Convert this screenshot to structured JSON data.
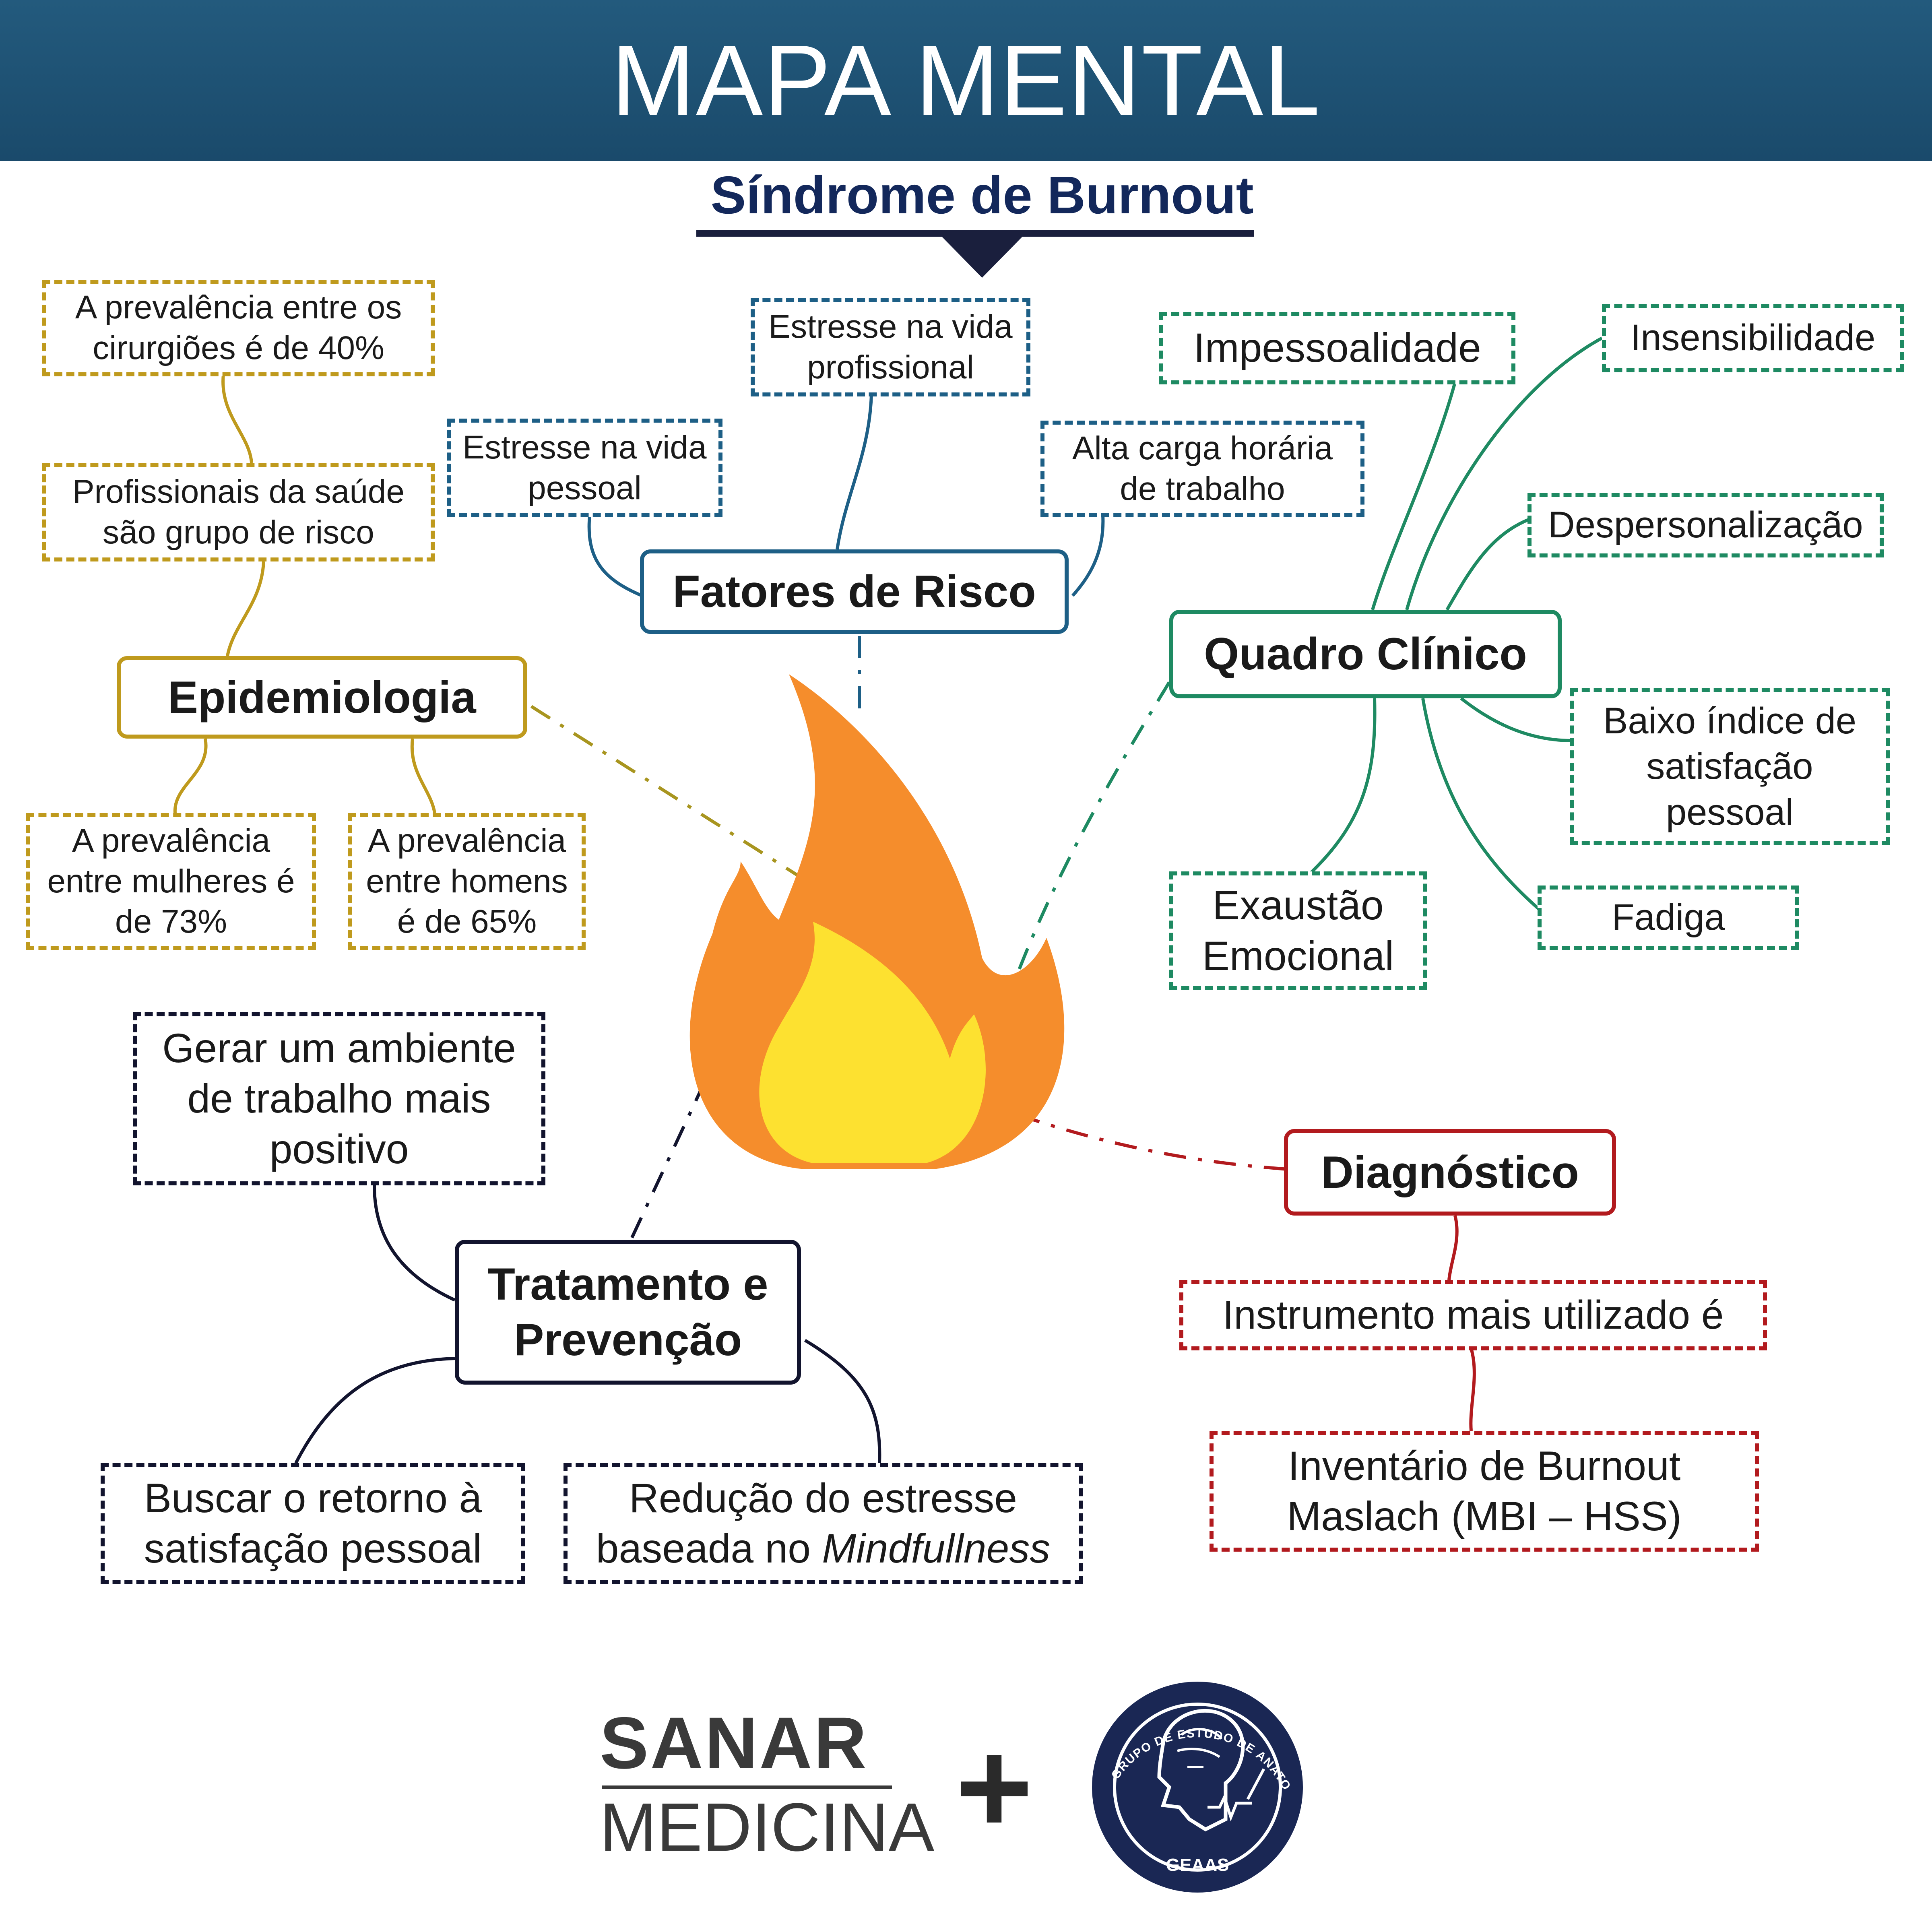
{
  "header": {
    "title": "MAPA MENTAL",
    "subtitle": "Síndrome de Burnout"
  },
  "hubs": {
    "fatores": "Fatores de Risco",
    "epidemiologia": "Epidemiologia",
    "quadro": "Quadro Clínico",
    "tratamento_l1": "Tratamento e",
    "tratamento_l2": "Prevenção",
    "diagnostico": "Diagnóstico"
  },
  "fatores": {
    "profissional_l1": "Estresse na vida",
    "profissional_l2": "profissional",
    "pessoal_l1": "Estresse na vida",
    "pessoal_l2": "pessoal",
    "carga_l1": "Alta carga horária",
    "carga_l2": "de trabalho"
  },
  "epidemiologia": {
    "cirurgioes_l1": "A prevalência entre os",
    "cirurgioes_l2": "cirurgiões é de 40%",
    "profissionais_l1": "Profissionais da saúde",
    "profissionais_l2": "são grupo de risco",
    "mulheres_l1": "A prevalência",
    "mulheres_l2": "entre mulheres é",
    "mulheres_l3": "de 73%",
    "homens_l1": "A prevalência",
    "homens_l2": "entre homens",
    "homens_l3": "é de 65%"
  },
  "quadro": {
    "impessoalidade": "Impessoalidade",
    "insensibilidade": "Insensibilidade",
    "despersonalizacao": "Despersonalização",
    "baixo_l1": "Baixo índice de",
    "baixo_l2": "satisfação",
    "baixo_l3": "pessoal",
    "fadiga": "Fadiga",
    "exaustao_l1": "Exaustão",
    "exaustao_l2": "Emocional"
  },
  "tratamento": {
    "ambiente_l1": "Gerar um ambiente",
    "ambiente_l2": "de trabalho mais",
    "ambiente_l3": "positivo",
    "retorno_l1": "Buscar o retorno à",
    "retorno_l2": "satisfação pessoal",
    "reducao_l1": "Redução do estresse",
    "reducao_l2a": "baseada no ",
    "reducao_l2b": "Mindfullness"
  },
  "diagnostico": {
    "instrumento": "Instrumento mais utilizado é",
    "mbi_l1": "Inventário de Burnout",
    "mbi_l2": "Maslach (MBI – HSS)"
  },
  "footer": {
    "sanar_top": "SANAR",
    "sanar_bottom": "MEDICINA",
    "plus": "+",
    "badge_ring": "GRUPO DE ESTUDO DE ANATOMIA APLICADA À SAÚDE",
    "badge_name": "GEAAS"
  },
  "colors": {
    "header": "#1f5476",
    "title_text": "#13285b",
    "epidemiologia": "#bf9a1d",
    "fatores": "#1d5f86",
    "quadro": "#1e8a62",
    "diagnostico": "#b21a1e",
    "tratamento": "#12142e",
    "flame_outer": "#f58d2c",
    "flame_inner": "#fde130"
  },
  "icons": {
    "center": "flame-icon",
    "badge": "brain-head-badge-icon"
  }
}
